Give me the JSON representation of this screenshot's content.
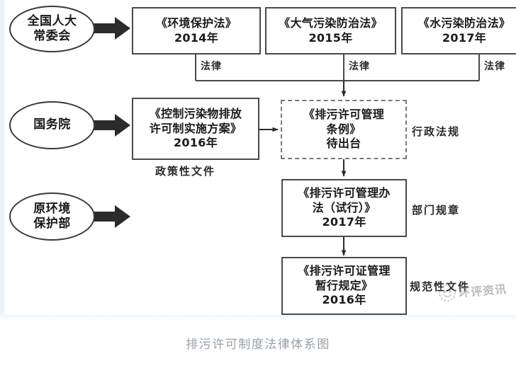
{
  "caption": "排污许可制度法律体系图",
  "colors": {
    "page_background": "#ffffff",
    "left_strip": "#eef3f8",
    "box_border": "#4a4a4a",
    "dashed_border": "#7a7a7a",
    "oval_border": "#3a3a3a",
    "arrow_fill": "#2b2b2b",
    "caption_text": "#9aa0a6",
    "watermark_text": "#8a8a8a"
  },
  "actors": [
    {
      "id": "npc",
      "line1": "全国人大",
      "line2": "常委会"
    },
    {
      "id": "state_council",
      "line1": "国务院",
      "line2": ""
    },
    {
      "id": "mep",
      "line1": "原环境",
      "line2": "保护部"
    }
  ],
  "laws": [
    {
      "id": "law-environmental-protection",
      "title": "《环境保护法》",
      "year": "2014年",
      "tier": "法律"
    },
    {
      "id": "law-air-pollution",
      "title": "《大气污染防治法》",
      "year": "2015年",
      "tier": "法律"
    },
    {
      "id": "law-water-pollution",
      "title": "《水污染防治法》",
      "year": "2017年",
      "tier": "法律"
    }
  ],
  "policy_document": {
    "id": "policy-permit-implementation-plan",
    "title_line1": "《控制污染物排放",
    "title_line2": "许可制实施方案》",
    "year": "2016年",
    "tier": "政策性文件"
  },
  "regulation_pending": {
    "id": "regulation-permit-management",
    "title_line1": "《排污许可管理",
    "title_line2": "条例》",
    "status": "待出台",
    "tier": "行政法规"
  },
  "department_rule": {
    "id": "rule-permit-management-trial",
    "title_line1": "《排污许可管理办",
    "title_line2": "法（试行）》",
    "year": "2017年",
    "tier": "部门规章"
  },
  "normative_document": {
    "id": "normative-permit-interim",
    "title_line1": "《排污许可证管理",
    "title_line2": "暂行规定》",
    "year": "2016年",
    "tier": "规范性文件"
  },
  "watermark": {
    "text": "环评资讯",
    "logo": "round-face-logo-icon"
  },
  "chart_data": {
    "type": "diagram",
    "title": "排污许可制度法律体系图",
    "nodes": [
      {
        "id": "npc",
        "kind": "oval",
        "label": "全国人大常委会"
      },
      {
        "id": "state_council",
        "kind": "oval",
        "label": "国务院"
      },
      {
        "id": "mep",
        "kind": "oval",
        "label": "原环境保护部"
      },
      {
        "id": "law-environmental-protection",
        "kind": "box",
        "label": "《环境保护法》2014年",
        "tier": "法律"
      },
      {
        "id": "law-air-pollution",
        "kind": "box",
        "label": "《大气污染防治法》2015年",
        "tier": "法律"
      },
      {
        "id": "law-water-pollution",
        "kind": "box",
        "label": "《水污染防治法》2017年",
        "tier": "法律"
      },
      {
        "id": "policy-permit-implementation-plan",
        "kind": "box",
        "label": "《控制污染物排放许可制实施方案》2016年",
        "tier": "政策性文件"
      },
      {
        "id": "regulation-permit-management",
        "kind": "dashed-box",
        "label": "《排污许可管理条例》待出台",
        "tier": "行政法规"
      },
      {
        "id": "rule-permit-management-trial",
        "kind": "box",
        "label": "《排污许可管理办法（试行）》2017年",
        "tier": "部门规章"
      },
      {
        "id": "normative-permit-interim",
        "kind": "box",
        "label": "《排污许可证管理暂行规定》2016年",
        "tier": "规范性文件"
      }
    ],
    "edges": [
      {
        "from": "npc",
        "to": "law-environmental-protection",
        "style": "block-arrow"
      },
      {
        "from": "state_council",
        "to": "policy-permit-implementation-plan",
        "style": "block-arrow"
      },
      {
        "from": "mep",
        "to": "rule-permit-management-trial",
        "style": "block-arrow"
      },
      {
        "from": "law-environmental-protection",
        "to": "regulation-permit-management",
        "style": "bus-arrow",
        "label": "法律"
      },
      {
        "from": "law-air-pollution",
        "to": "regulation-permit-management",
        "style": "bus-arrow",
        "label": "法律"
      },
      {
        "from": "law-water-pollution",
        "to": "regulation-permit-management",
        "style": "bus-arrow",
        "label": "法律"
      },
      {
        "from": "policy-permit-implementation-plan",
        "to": "regulation-permit-management",
        "style": "arrow"
      },
      {
        "from": "regulation-permit-management",
        "to": "rule-permit-management-trial",
        "style": "arrow"
      },
      {
        "from": "rule-permit-management-trial",
        "to": "normative-permit-interim",
        "style": "arrow"
      }
    ]
  }
}
